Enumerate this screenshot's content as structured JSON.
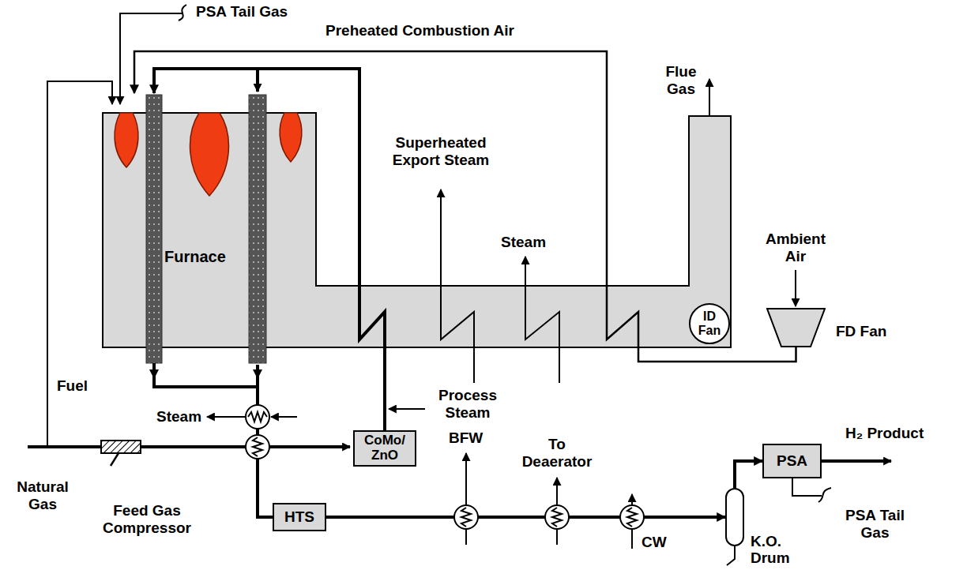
{
  "diagram": {
    "nodes": [
      {
        "text": [
          "Furnace"
        ]
      },
      {
        "text": [
          "ID Fan"
        ]
      },
      {
        "text": [
          "FD Fan"
        ]
      },
      {
        "text": [
          "CoMo/ ZnO"
        ]
      },
      {
        "text": [
          "HTS"
        ]
      },
      {
        "text": [
          "K.O. Drum"
        ]
      },
      {
        "text": [
          "PSA"
        ]
      }
    ],
    "edges": [
      {
        "from": 3,
        "to": 0,
        "arrow": "to"
      },
      {
        "from": 0,
        "to": 4,
        "arrow": "none"
      },
      {
        "from": 4,
        "to": 5,
        "arrow": "to"
      },
      {
        "from": 5,
        "to": 6,
        "arrow": "to"
      },
      {
        "from": 2,
        "to": 0,
        "arrow": "to"
      }
    ],
    "labels": [
      "PSA Tail Gas",
      "Preheated Combustion Air",
      "Flue Gas",
      "Superheated Export Steam",
      "Steam",
      "Ambient Air",
      "Process Steam",
      "Fuel",
      "Steam",
      "Natural Gas",
      "Feed Gas Compressor",
      "BFW",
      "To Deaerator",
      "CW",
      "H₂ Product",
      "PSA Tail Gas"
    ]
  }
}
